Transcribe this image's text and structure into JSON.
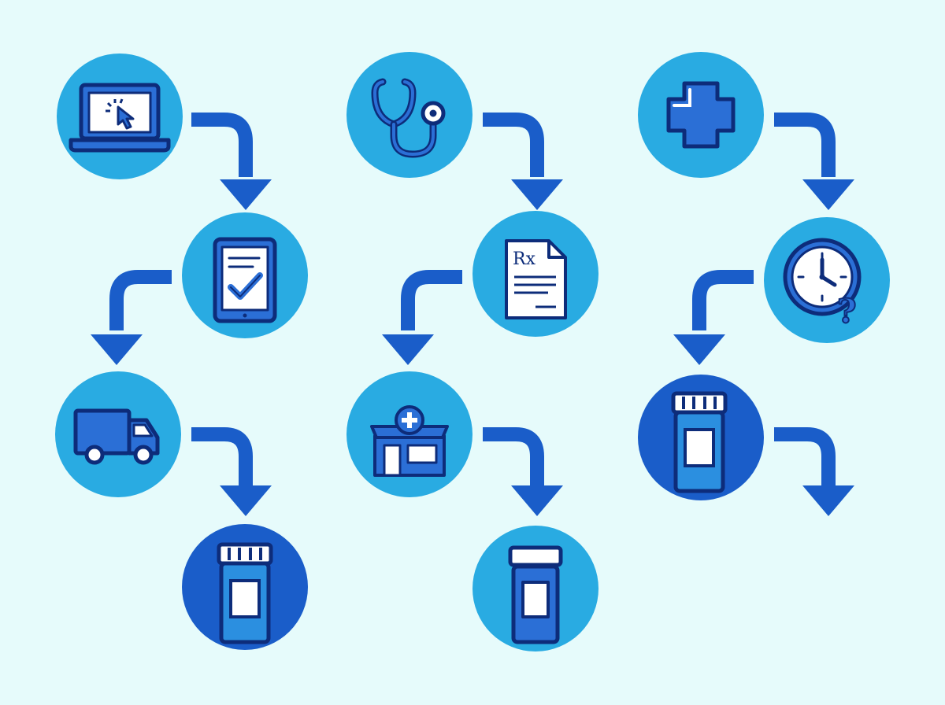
{
  "colors": {
    "background": "#e6fbfb",
    "circle_light": "#29abe2",
    "circle_dark": "#1a5dc9",
    "arrow": "#1a5dc9",
    "icon_stroke": "#0d2c7a",
    "icon_fill_light": "#ffffff",
    "icon_fill_blue": "#2b6fd6"
  },
  "flows": [
    {
      "name": "online-order",
      "steps": [
        {
          "icon": "laptop-cursor-icon",
          "tone": "light"
        },
        {
          "icon": "tablet-checkmark-icon",
          "tone": "light"
        },
        {
          "icon": "delivery-truck-icon",
          "tone": "light"
        },
        {
          "icon": "pill-bottle-icon",
          "tone": "dark"
        }
      ]
    },
    {
      "name": "doctor-visit",
      "steps": [
        {
          "icon": "stethoscope-icon",
          "tone": "light"
        },
        {
          "icon": "prescription-document-icon",
          "tone": "light",
          "label": "Rx"
        },
        {
          "icon": "pharmacy-store-icon",
          "tone": "light"
        },
        {
          "icon": "pill-bottle-icon",
          "tone": "light"
        }
      ]
    },
    {
      "name": "refill",
      "steps": [
        {
          "icon": "medical-cross-icon",
          "tone": "light"
        },
        {
          "icon": "clock-question-icon",
          "tone": "light",
          "label": "?"
        },
        {
          "icon": "pill-bottle-icon",
          "tone": "dark"
        }
      ]
    }
  ]
}
